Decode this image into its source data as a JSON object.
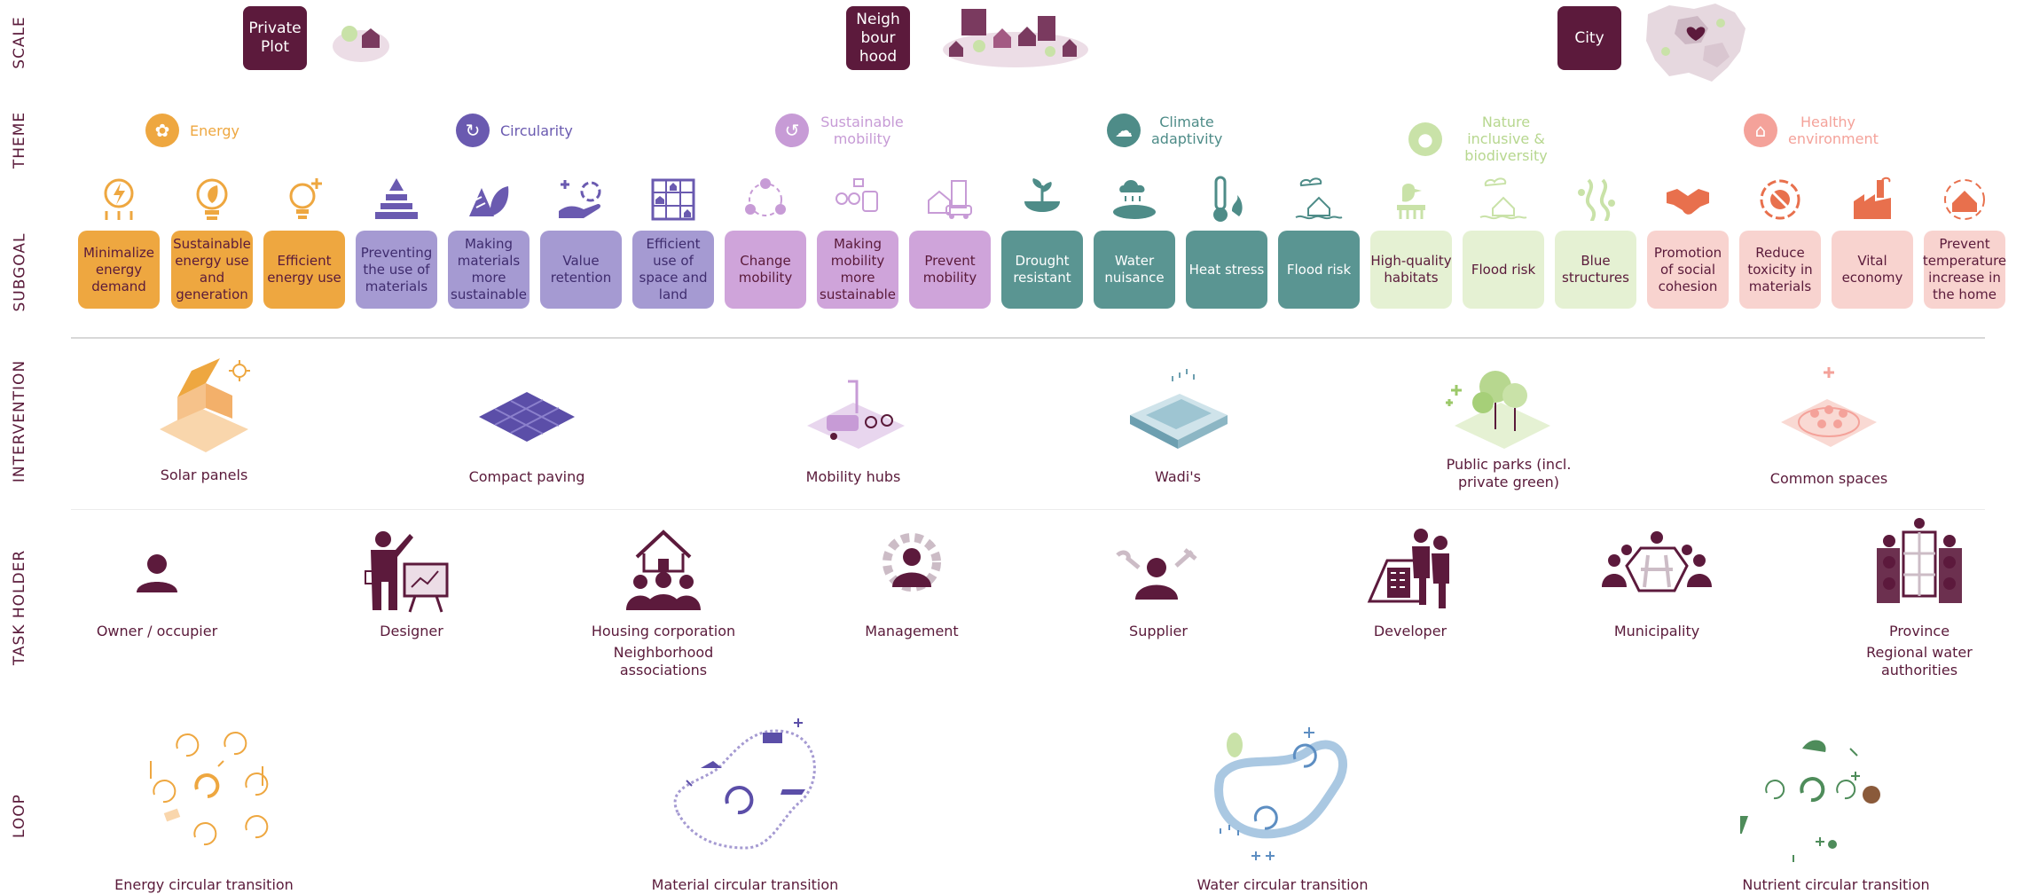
{
  "row_labels": {
    "scale": "SCALE",
    "theme": "THEME",
    "subgoal": "SUBGOAL",
    "intervention": "INTERVENTION",
    "task_holder": "TASK HOLDER",
    "loop": "LOOP"
  },
  "scales": [
    "Private Plot",
    "Neigh bour hood",
    "City"
  ],
  "themes": [
    {
      "label": "Energy",
      "color": "#eea740"
    },
    {
      "label": "Circularity",
      "color": "#6a5ab0"
    },
    {
      "label": "Sustainable mobility",
      "color": "#c79bd6"
    },
    {
      "label": "Climate adaptivity",
      "color": "#4e8c88"
    },
    {
      "label": "Nature inclusive & biodiversity",
      "color": "#c9e2a8"
    },
    {
      "label": "Healthy environment",
      "color": "#f4a29a"
    }
  ],
  "subgoals": [
    {
      "label": "Minimalize energy demand",
      "bg": "#eea740",
      "fg": "#5a1a3a"
    },
    {
      "label": "Sustainable energy use and generation",
      "bg": "#eea740",
      "fg": "#5a1a3a"
    },
    {
      "label": "Efficient energy use",
      "bg": "#eea740",
      "fg": "#5a1a3a"
    },
    {
      "label": "Preventing the use of materials",
      "bg": "#a59ad2",
      "fg": "#3f2c6e"
    },
    {
      "label": "Making materials more sustainable",
      "bg": "#a59ad2",
      "fg": "#3f2c6e"
    },
    {
      "label": "Value retention",
      "bg": "#a59ad2",
      "fg": "#3f2c6e"
    },
    {
      "label": "Efficient use of space and land",
      "bg": "#a59ad2",
      "fg": "#3f2c6e"
    },
    {
      "label": "Change mobility",
      "bg": "#cfa4da",
      "fg": "#5a1a3a"
    },
    {
      "label": "Making mobility more sustainable",
      "bg": "#cfa4da",
      "fg": "#5a1a3a"
    },
    {
      "label": "Prevent mobility",
      "bg": "#cfa4da",
      "fg": "#5a1a3a"
    },
    {
      "label": "Drought resistant",
      "bg": "#5a9592",
      "fg": "#ffffff"
    },
    {
      "label": "Water nuisance",
      "bg": "#5a9592",
      "fg": "#ffffff"
    },
    {
      "label": "Heat stress",
      "bg": "#5a9592",
      "fg": "#ffffff"
    },
    {
      "label": "Flood risk",
      "bg": "#5a9592",
      "fg": "#ffffff"
    },
    {
      "label": "High-quality habitats",
      "bg": "#e5f1d3",
      "fg": "#5a1a3a"
    },
    {
      "label": "Flood risk",
      "bg": "#e5f1d3",
      "fg": "#5a1a3a"
    },
    {
      "label": "Blue structures",
      "bg": "#e5f1d3",
      "fg": "#5a1a3a"
    },
    {
      "label": "Promotion of social cohesion",
      "bg": "#f8d3cf",
      "fg": "#5a1a3a"
    },
    {
      "label": "Reduce toxicity in materials",
      "bg": "#f8d3cf",
      "fg": "#5a1a3a"
    },
    {
      "label": "Vital economy",
      "bg": "#f8d3cf",
      "fg": "#5a1a3a"
    },
    {
      "label": "Prevent temperature increase in the home",
      "bg": "#f8d3cf",
      "fg": "#5a1a3a"
    }
  ],
  "interventions": [
    "Solar panels",
    "Compact paving",
    "Mobility hubs",
    "Wadi's",
    "Public parks (incl. private green)",
    "Common spaces"
  ],
  "task_holders": [
    {
      "label": "Owner / occupier",
      "sub": ""
    },
    {
      "label": "Designer",
      "sub": ""
    },
    {
      "label": "Housing corporation",
      "sub": "Neighborhood associations"
    },
    {
      "label": "Management",
      "sub": ""
    },
    {
      "label": "Supplier",
      "sub": ""
    },
    {
      "label": "Developer",
      "sub": ""
    },
    {
      "label": "Municipality",
      "sub": ""
    },
    {
      "label": "Province",
      "sub": "Regional water authorities"
    }
  ],
  "loops": [
    "Energy circular transition",
    "Material circular transition",
    "Water circular transition",
    "Nutrient circular transition"
  ]
}
